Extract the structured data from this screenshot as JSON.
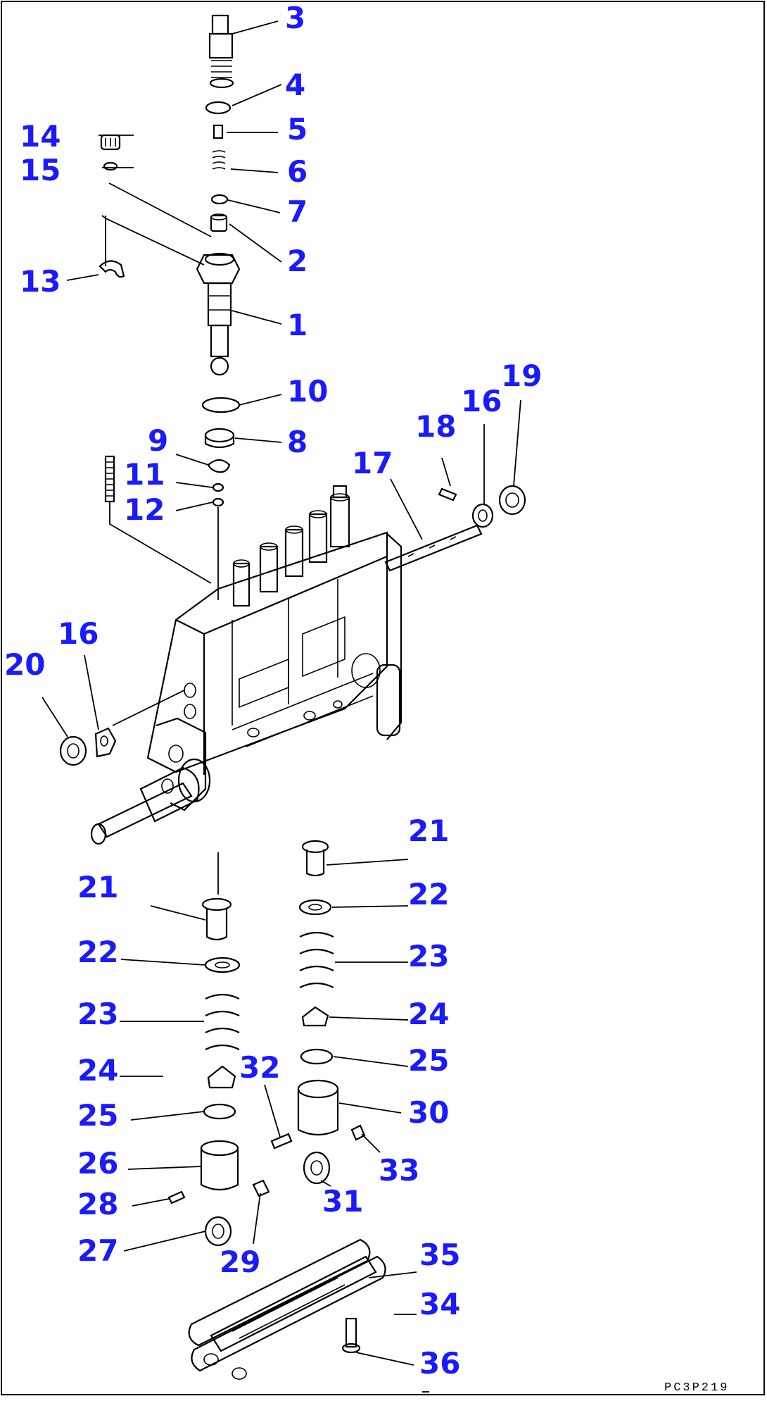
{
  "diagram": {
    "drawing_code": "PC3P219",
    "callout_color": "#1a1aff",
    "line_color": "#000000",
    "callouts": [
      "3",
      "4",
      "5",
      "6",
      "7",
      "2",
      "14",
      "15",
      "13",
      "1",
      "10",
      "8",
      "9",
      "11",
      "12",
      "19",
      "16",
      "18",
      "17",
      "20",
      "16",
      "21",
      "21",
      "22",
      "22",
      "23",
      "23",
      "24",
      "24",
      "25",
      "25",
      "32",
      "30",
      "26",
      "33",
      "28",
      "31",
      "27",
      "29",
      "35",
      "34",
      "36"
    ]
  }
}
